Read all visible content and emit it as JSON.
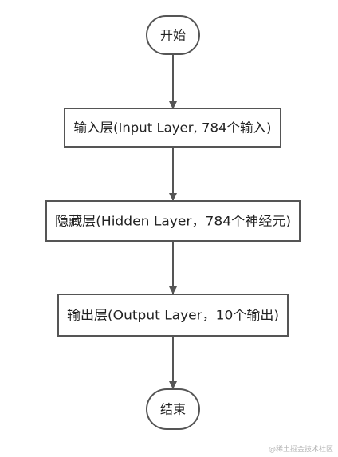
{
  "diagram": {
    "nodes": {
      "start": {
        "label": "开始",
        "shape": "terminal"
      },
      "input_layer": {
        "label": "输入层(Input Layer, 784个输入)",
        "shape": "process"
      },
      "hidden_layer": {
        "label": "隐藏层(Hidden Layer，784个神经元)",
        "shape": "process"
      },
      "output_layer": {
        "label": "输出层(Output Layer，10个输出)",
        "shape": "process"
      },
      "end": {
        "label": "结束",
        "shape": "terminal"
      }
    },
    "edges": [
      {
        "from": "start",
        "to": "input_layer"
      },
      {
        "from": "input_layer",
        "to": "hidden_layer"
      },
      {
        "from": "hidden_layer",
        "to": "output_layer"
      },
      {
        "from": "output_layer",
        "to": "end"
      }
    ],
    "colors": {
      "stroke": "#555555",
      "text": "#222222",
      "background": "#ffffff"
    }
  },
  "watermark": {
    "text": "@稀土掘金技术社区"
  }
}
